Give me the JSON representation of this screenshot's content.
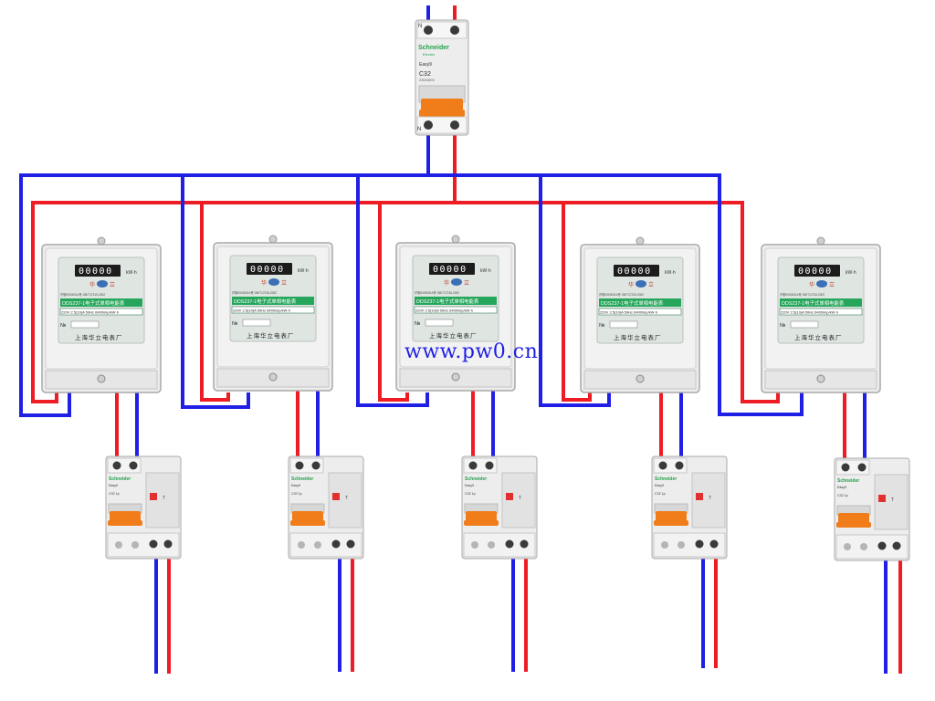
{
  "colors": {
    "neutral_wire": "#1f1fe6",
    "live_wire": "#ee1c24",
    "device_body": "#ededed",
    "device_edge": "#a9a9a9",
    "meter_face": "#dfe6e2",
    "meter_green": "#26a65b",
    "breaker_orange": "#f07d1a",
    "brand_green": "#23a04a",
    "watermark": "#1f1fe6"
  },
  "main_breaker": {
    "brand": "Schneider",
    "brand_sub": "Electric",
    "model": "Easy9",
    "rating": "C32",
    "rating_sub": "230/400V",
    "terminal_n": "N"
  },
  "meter": {
    "counter": "00000",
    "unit": "kW·h",
    "logo_left": "华",
    "logo_right": "立",
    "cert": "沪制00000314号  GB/T17215-2002",
    "model": "DDS237-1电子式单相电能表",
    "specs": "220V  2.5(10)A  50Hz  6400imp/kW·h",
    "no_label": "№",
    "maker": "上海华立电表厂"
  },
  "rcd": {
    "brand": "Schneider",
    "model": "Easy9",
    "rating": "C32  1p",
    "test": "T"
  },
  "watermark": "www.pw0.cn"
}
